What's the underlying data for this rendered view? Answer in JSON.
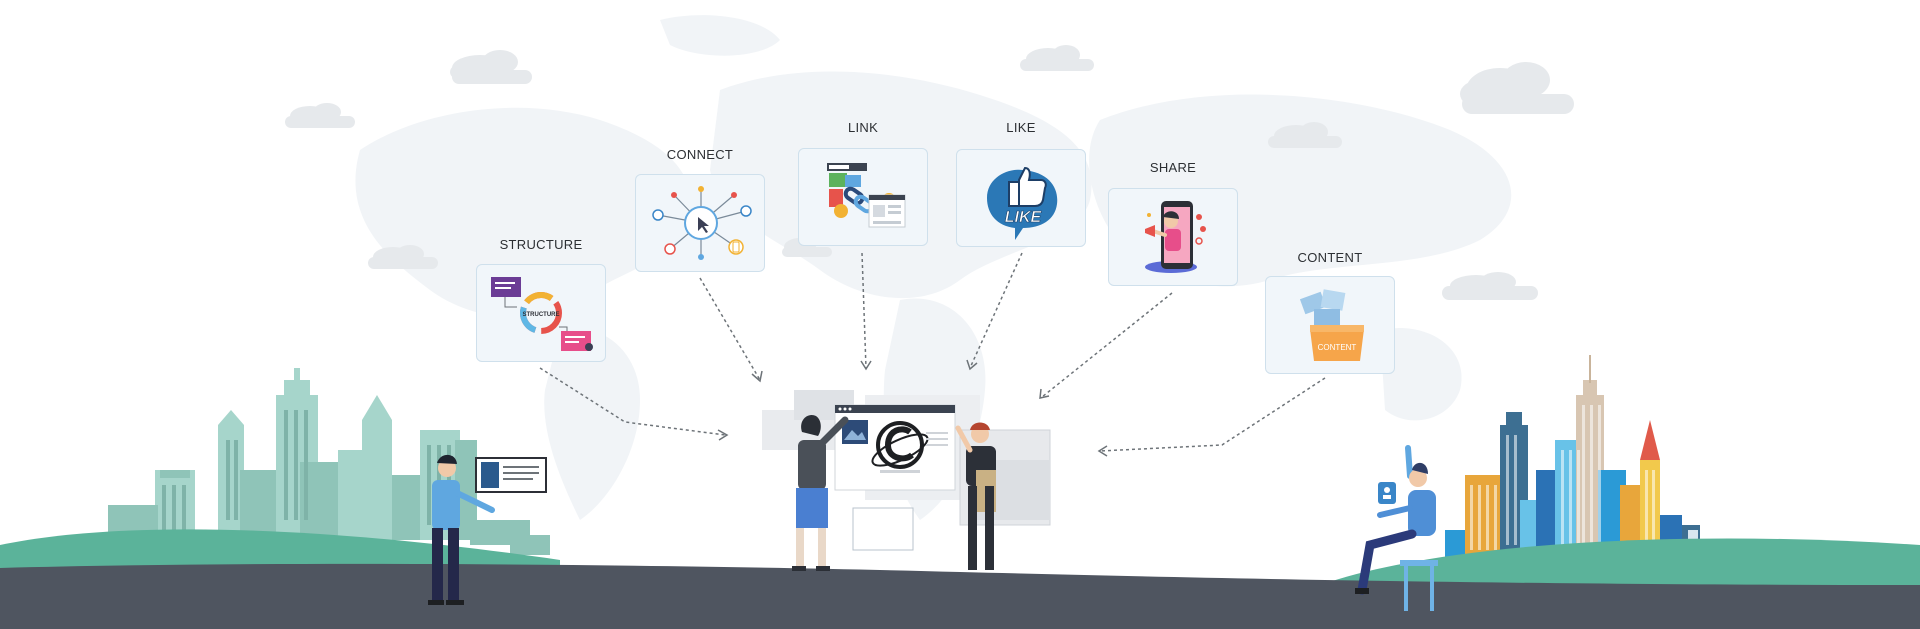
{
  "steps": [
    {
      "key": "structure",
      "label": "STRUCTURE",
      "icon": "structure-cycle-icon"
    },
    {
      "key": "connect",
      "label": "CONNECT",
      "icon": "network-connect-icon"
    },
    {
      "key": "link",
      "label": "LINK",
      "icon": "chain-link-icon"
    },
    {
      "key": "like",
      "label": "LIKE",
      "icon": "thumbs-up-like-icon"
    },
    {
      "key": "share",
      "label": "SHARE",
      "icon": "phone-share-icon"
    },
    {
      "key": "content",
      "label": "CONTENT",
      "icon": "content-box-icon"
    }
  ],
  "badges": {
    "structure_card_text": "STRUCTURE",
    "like_card_text": "LIKE",
    "content_card_text": "CONTENT"
  },
  "colors": {
    "ground": "#4f5560",
    "hill": "#5bb39a",
    "city_left": "#9fd0c5",
    "accent_blue": "#3a86c8",
    "map": "#eef2f5",
    "card_bg": "#f1f6fa",
    "card_border": "#cfe0ec"
  }
}
